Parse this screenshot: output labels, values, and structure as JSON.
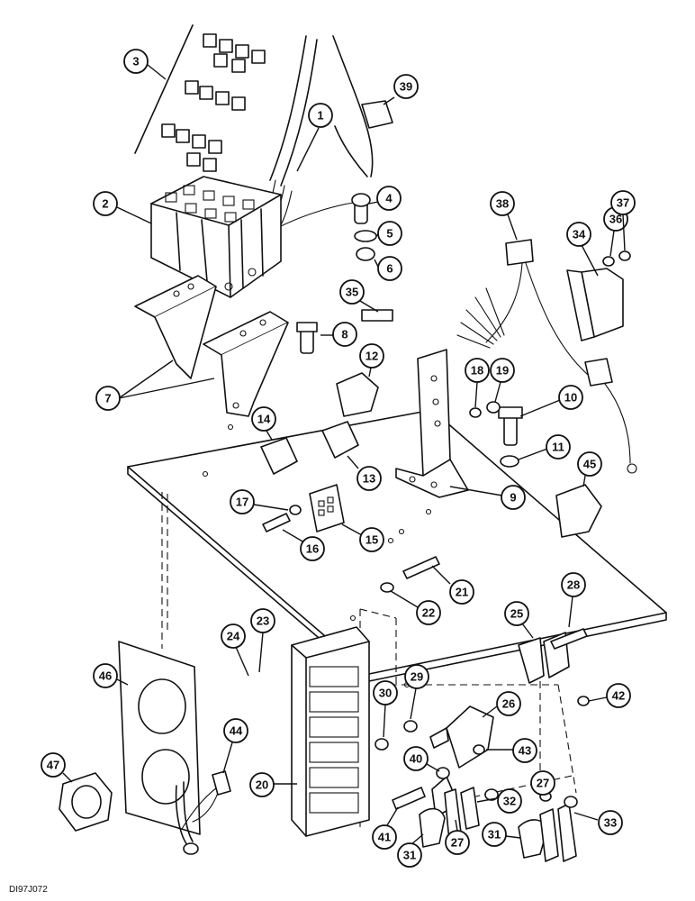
{
  "drawing_reference": "DI97J072",
  "callouts": [
    {
      "label": "1"
    },
    {
      "label": "2"
    },
    {
      "label": "3"
    },
    {
      "label": "4"
    },
    {
      "label": "5"
    },
    {
      "label": "6"
    },
    {
      "label": "7"
    },
    {
      "label": "8"
    },
    {
      "label": "9"
    },
    {
      "label": "10"
    },
    {
      "label": "11"
    },
    {
      "label": "12"
    },
    {
      "label": "13"
    },
    {
      "label": "14"
    },
    {
      "label": "15"
    },
    {
      "label": "16"
    },
    {
      "label": "17"
    },
    {
      "label": "18"
    },
    {
      "label": "19"
    },
    {
      "label": "20"
    },
    {
      "label": "21"
    },
    {
      "label": "22"
    },
    {
      "label": "23"
    },
    {
      "label": "24"
    },
    {
      "label": "25"
    },
    {
      "label": "26"
    },
    {
      "label": "27"
    },
    {
      "label": "27"
    },
    {
      "label": "28"
    },
    {
      "label": "29"
    },
    {
      "label": "30"
    },
    {
      "label": "31"
    },
    {
      "label": "31"
    },
    {
      "label": "32"
    },
    {
      "label": "33"
    },
    {
      "label": "34"
    },
    {
      "label": "35"
    },
    {
      "label": "36"
    },
    {
      "label": "37"
    },
    {
      "label": "38"
    },
    {
      "label": "39"
    },
    {
      "label": "40"
    },
    {
      "label": "41"
    },
    {
      "label": "42"
    },
    {
      "label": "43"
    },
    {
      "label": "44"
    },
    {
      "label": "45"
    },
    {
      "label": "46"
    },
    {
      "label": "47"
    }
  ]
}
